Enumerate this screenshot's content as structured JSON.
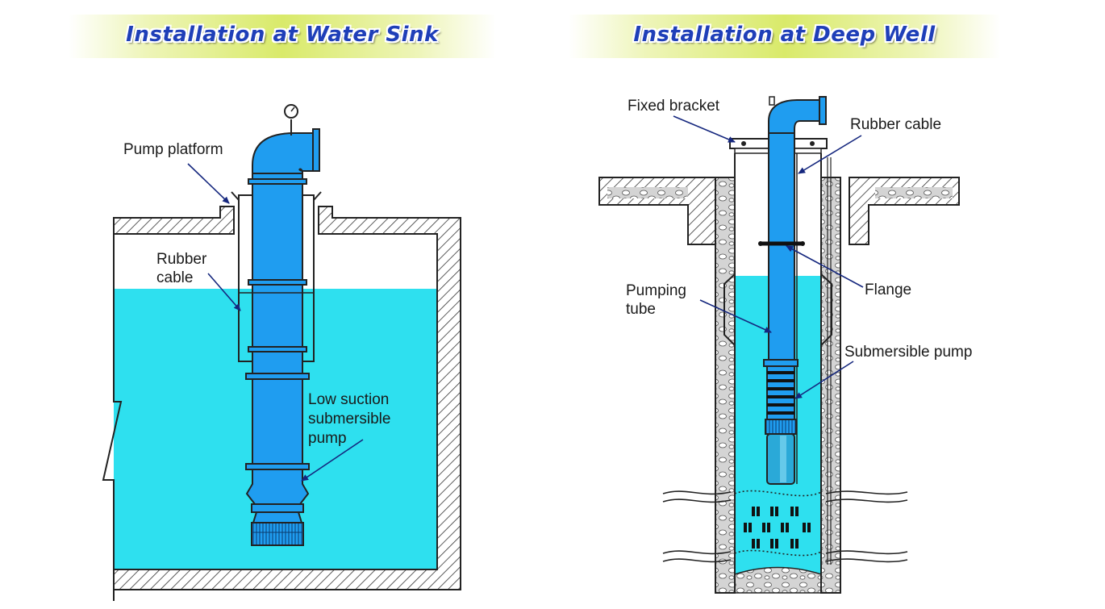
{
  "left_panel": {
    "title": "Installation at Water Sink",
    "labels": {
      "pump_platform": "Pump platform",
      "rubber_cable_1": "Rubber",
      "rubber_cable_2": "cable",
      "low_suction_1": "Low suction",
      "low_suction_2": "submersible",
      "low_suction_3": "pump"
    }
  },
  "right_panel": {
    "title": "Installation at Deep Well",
    "labels": {
      "fixed_bracket": "Fixed bracket",
      "rubber_cable": "Rubber cable",
      "flange": "Flange",
      "pumping_tube_1": "Pumping",
      "pumping_tube_2": "tube",
      "submersible_pump": "Submersible pump"
    }
  },
  "colors": {
    "water": "#2ee0ef",
    "pump_blue": "#1f9df0",
    "title_blue": "#1f3fb8",
    "arrow": "#15277e",
    "banner_green": "#d9ea6a"
  }
}
